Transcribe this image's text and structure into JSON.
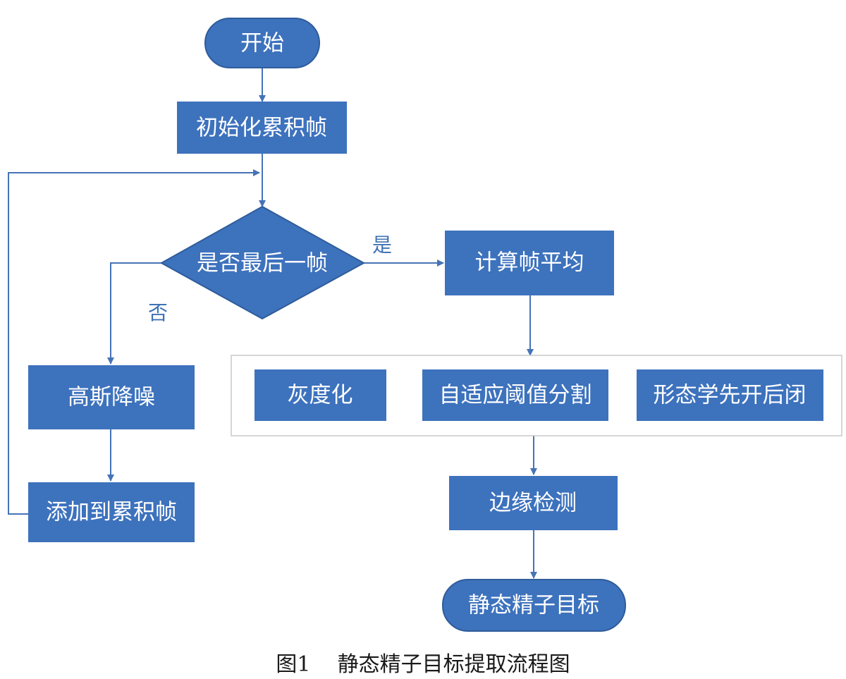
{
  "colors": {
    "box_fill": "#3d72bd",
    "box_stroke": "#2f5c9a",
    "arrow": "#4673b7",
    "label": "#3f72b5"
  },
  "nodes": {
    "start": "开始",
    "init": "初始化累积帧",
    "decision": "是否最后一帧",
    "average": "计算帧平均",
    "denoise": "高斯降噪",
    "accumulate": "添加到累积帧",
    "gray": "灰度化",
    "threshold": "自适应阈值分割",
    "morph": "形态学先开后闭",
    "edge": "边缘检测",
    "end": "静态精子目标"
  },
  "labels": {
    "yes": "是",
    "no": "否"
  },
  "caption": {
    "figure": "图1",
    "title": "静态精子目标提取流程图"
  }
}
